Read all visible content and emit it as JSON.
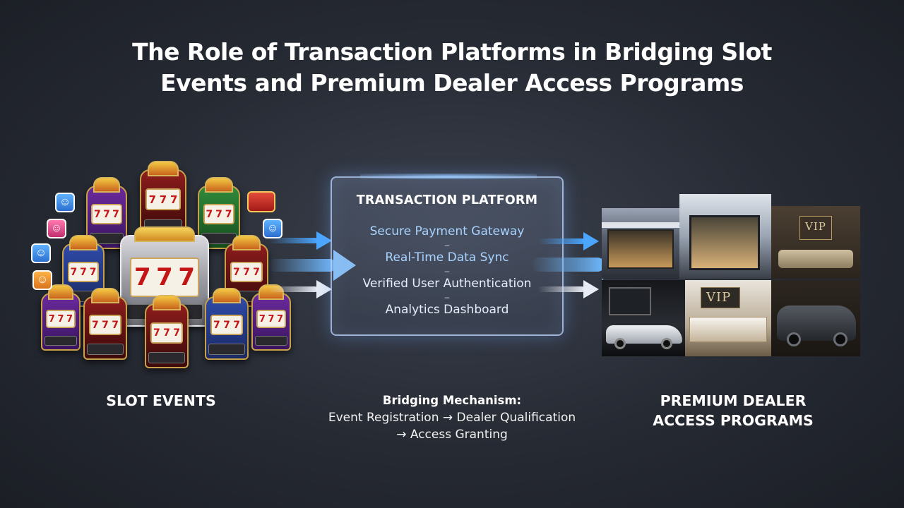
{
  "title": {
    "line1": "The Role of Transaction Platforms in Bridging Slot",
    "line2": "Events and Premium Dealer Access Programs"
  },
  "slot_events": {
    "label": "SLOT EVENTS",
    "reel_symbol": "7"
  },
  "platform": {
    "title": "TRANSACTION PLATFORM",
    "separator": "–",
    "items": [
      "Secure Payment Gateway",
      "Real-Time Data Sync",
      "Verified User Authentication",
      "Analytics Dashboard"
    ]
  },
  "premium": {
    "label_line1": "PREMIUM DEALER",
    "label_line2": "ACCESS PROGRAMS",
    "vip_sign": "VIP"
  },
  "mechanism": {
    "title": "Bridging Mechanism:",
    "line1": "Event Registration → Dealer Qualification",
    "line2": "→ Access Granting"
  },
  "colors": {
    "background": "#262a33",
    "arrow_blue": "#4aa6ff",
    "arrow_white": "#e8ecf4",
    "platform_border": "#bed7ff",
    "highlight_text": "#a9d3ff"
  }
}
